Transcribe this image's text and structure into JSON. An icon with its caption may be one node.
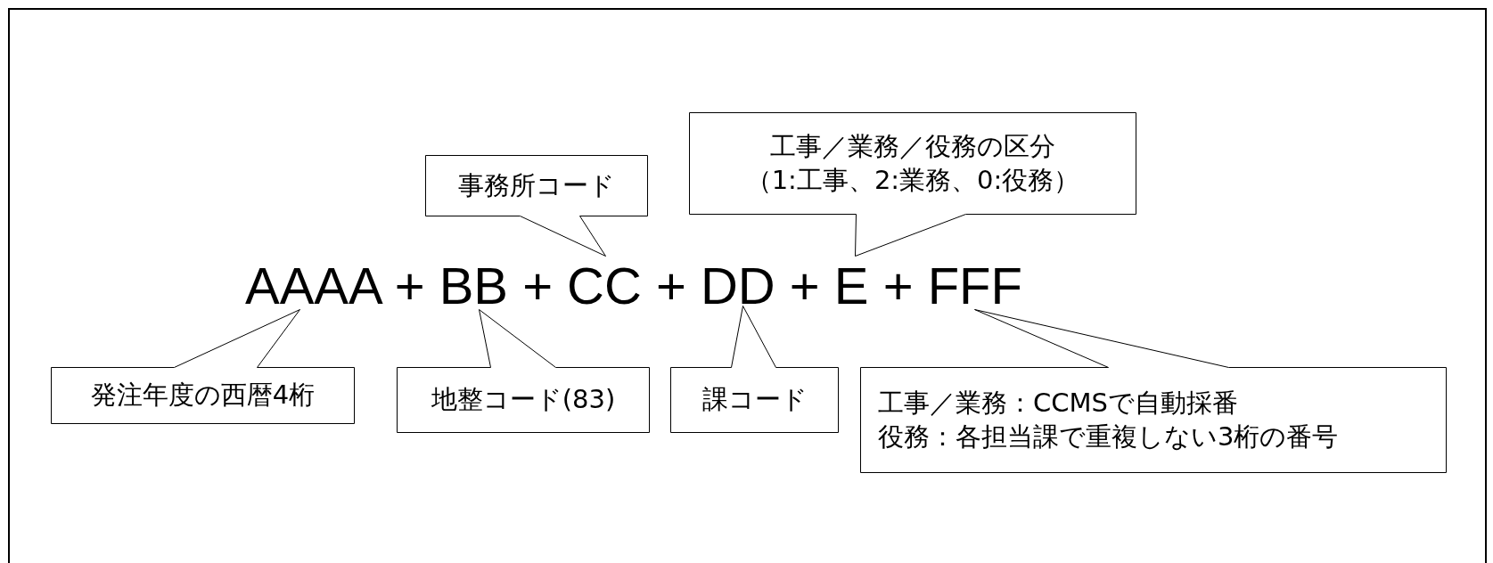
{
  "diagram": {
    "nodes": [
      {
        "text": [
          "事務所コード"
        ]
      },
      {
        "text": [
          "工事／業務／役務の区分",
          "（1:工事、2:業務、0:役務）"
        ]
      },
      {
        "text": [
          "発注年度の西暦4桁"
        ]
      },
      {
        "text": [
          "地整コード(83)"
        ]
      },
      {
        "text": [
          "課コード"
        ]
      },
      {
        "text": [
          "工事／業務：CCMSで自動採番",
          "役務：各担当課で重複しない3桁の番号"
        ]
      }
    ],
    "labels": [
      "AAAA + BB + CC + DD + E + FFF"
    ]
  }
}
